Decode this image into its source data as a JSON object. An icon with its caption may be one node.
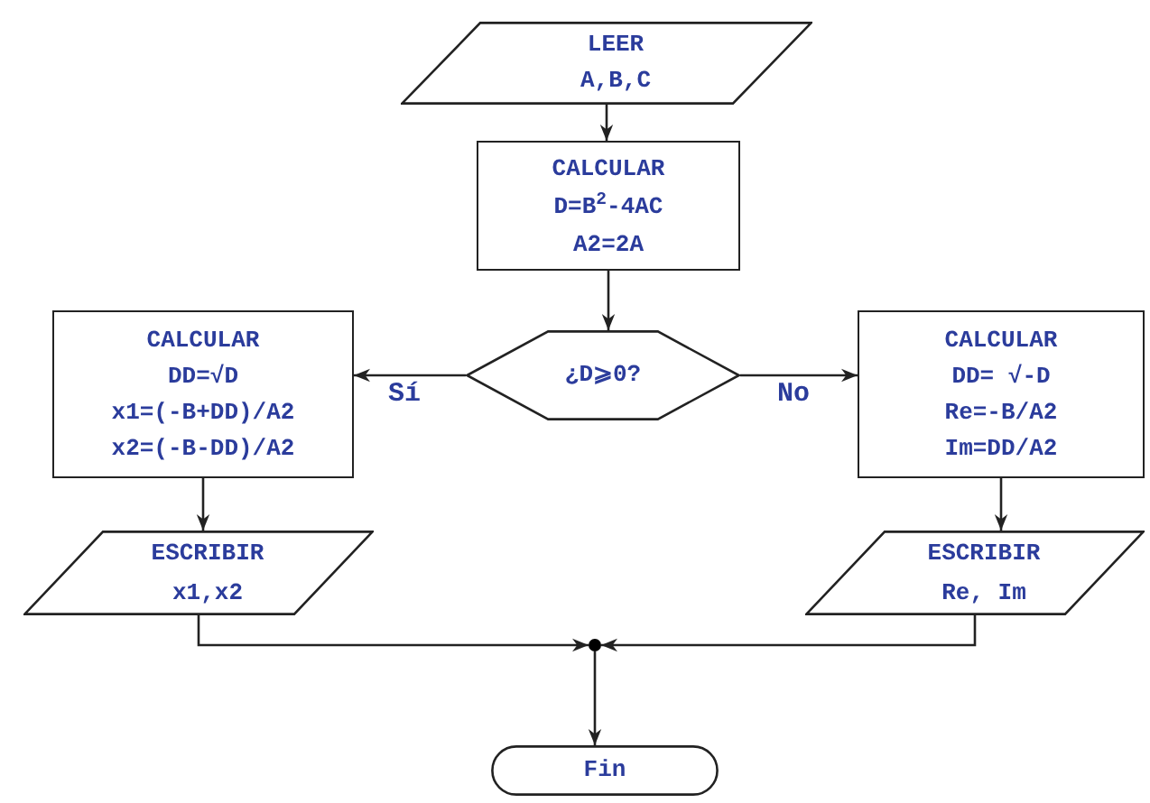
{
  "diagram": {
    "nodes": [
      {
        "text": [
          "LEER",
          "A,B,C"
        ]
      },
      {
        "text": [
          "CALCULAR",
          "D=B$^{2}$-4AC",
          "A2=2A"
        ]
      },
      {
        "text": [
          "¿D⩾0?"
        ]
      },
      {
        "text": [
          "CALCULAR",
          "DD=√D",
          "x1=(-B+DD)/A2",
          "x2=(-B-DD)/A2"
        ]
      },
      {
        "text": [
          "CALCULAR",
          "DD= √-D",
          "Re=-B/A2",
          "Im=DD/A2"
        ]
      },
      {
        "text": [
          "ESCRIBIR",
          "x1,x2"
        ]
      },
      {
        "text": [
          "ESCRIBIR",
          "Re, Im"
        ]
      },
      {
        "text": [],
        "shape": "circle"
      },
      {
        "text": [
          "Fin"
        ]
      }
    ],
    "edges": [
      {
        "from": 0,
        "to": 1,
        "arrow": "to"
      },
      {
        "from": 1,
        "to": 2,
        "arrow": "to"
      },
      {
        "from": 2,
        "to": 3,
        "label": "Sí",
        "arrow": "to"
      },
      {
        "from": 2,
        "to": 4,
        "label": "No",
        "arrow": "to"
      },
      {
        "from": 3,
        "to": 5,
        "arrow": "to"
      },
      {
        "from": 4,
        "to": 6,
        "arrow": "to"
      },
      {
        "from": 5,
        "to": 7,
        "arrow": "to"
      },
      {
        "from": 6,
        "to": 7,
        "arrow": "to"
      },
      {
        "from": 7,
        "to": 8,
        "arrow": "to"
      }
    ]
  }
}
